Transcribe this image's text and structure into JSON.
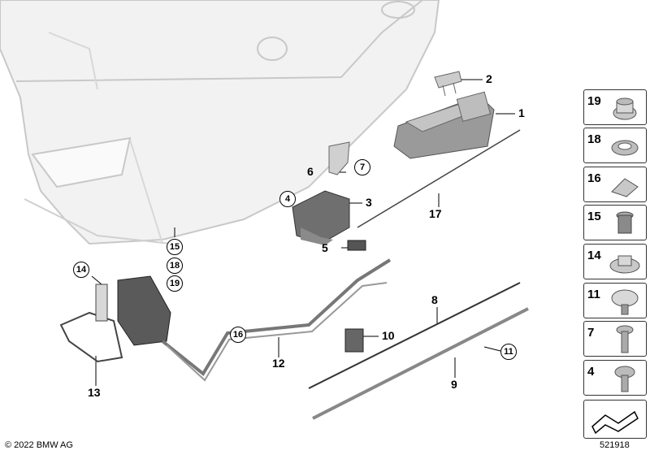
{
  "callouts": {
    "c1": "1",
    "c2": "2",
    "c3": "3",
    "c4": "4",
    "c5": "5",
    "c6": "6",
    "c7": "7",
    "c8": "8",
    "c9": "9",
    "c10": "10",
    "c11": "11",
    "c12": "12",
    "c13": "13",
    "c14": "14",
    "c15": "15",
    "c16": "16",
    "c17": "17",
    "c18": "18",
    "c19": "19"
  },
  "legend": {
    "items": [
      "19",
      "18",
      "16",
      "15",
      "14",
      "11",
      "7",
      "4"
    ]
  },
  "footer": {
    "copyright": "© 2022 BMW AG",
    "diagram_number": "521918"
  }
}
